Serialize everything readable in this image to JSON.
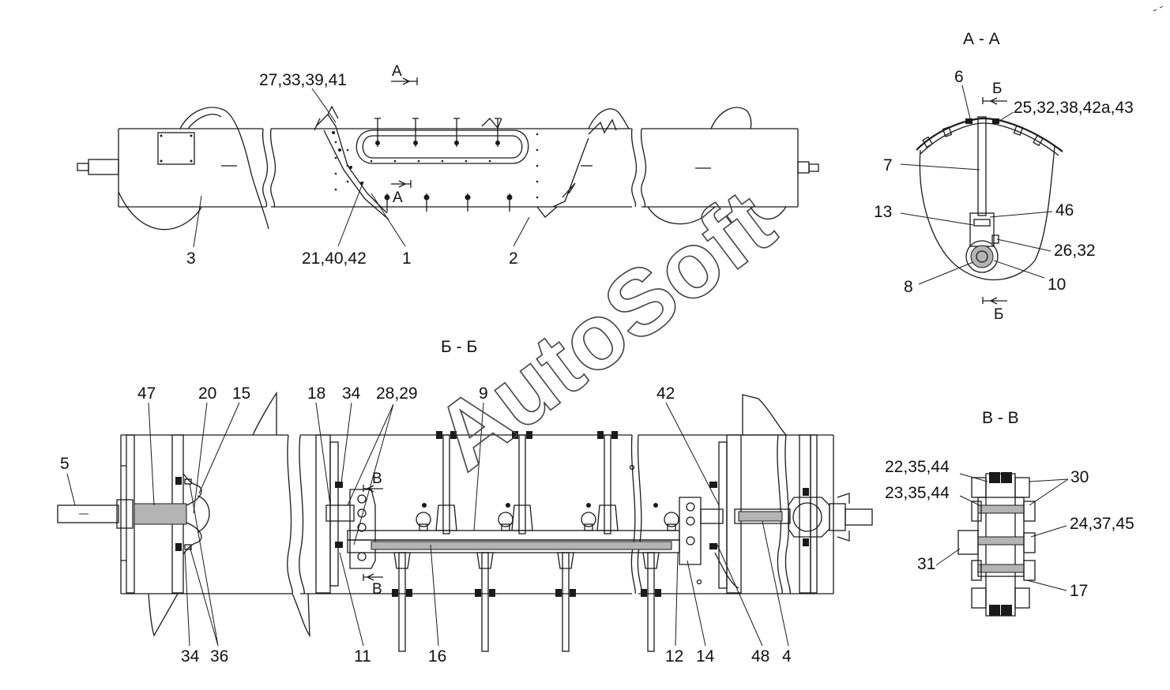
{
  "sections": {
    "aa": "А - А",
    "bb": "Б - Б",
    "vv": "В - В"
  },
  "cut_marks": {
    "a": "А",
    "b": "Б",
    "v": "В"
  },
  "callouts": {
    "top": {
      "c27": "27,33,39,41",
      "c3": "3",
      "c21": "21,40,42",
      "c1": "1",
      "c2": "2"
    },
    "aa": {
      "c6": "6",
      "c25": "25,32,38,42а,43",
      "c7": "7",
      "c13": "13",
      "c46": "46",
      "c26": "26,32",
      "c8": "8",
      "c10": "10"
    },
    "bb": {
      "c47": "47",
      "c20": "20",
      "c15": "15",
      "c18": "18",
      "c34a": "34",
      "c2829": "28,29",
      "c9": "9",
      "c42": "42",
      "c5": "5",
      "c34b": "34",
      "c36": "36",
      "c11": "11",
      "c16": "16",
      "c12": "12",
      "c14": "14",
      "c48": "48",
      "c4": "4"
    },
    "vv": {
      "c22": "22,35,44",
      "c30": "30",
      "c23": "23,35,44",
      "c24": "24,37,45",
      "c31": "31",
      "c17": "17"
    }
  },
  "watermark": "AutoSoft"
}
